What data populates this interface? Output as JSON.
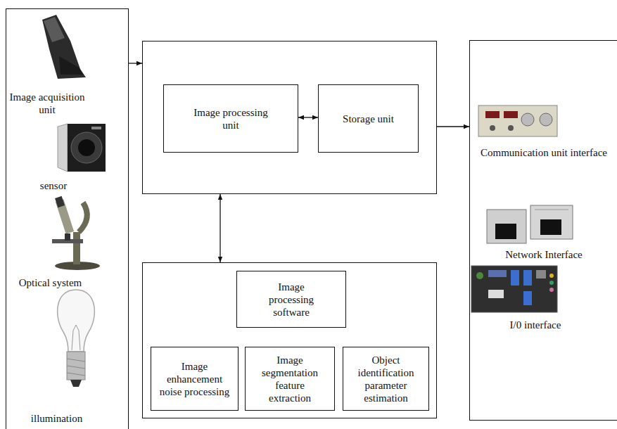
{
  "diagram": {
    "nodes": [
      {
        "text": [
          "Image acquisition unit",
          "sensor",
          "Optical system",
          "illumination"
        ]
      },
      {
        "text": []
      },
      {
        "text": [
          "Image processing unit"
        ],
        "in": 1
      },
      {
        "text": [
          "Storage unit"
        ],
        "in": 1
      },
      {
        "text": []
      },
      {
        "text": [
          "Image processing software"
        ],
        "in": 4
      },
      {
        "text": [
          "Image enhancement noise processing"
        ],
        "in": 4
      },
      {
        "text": [
          "Image segmentation feature extraction"
        ],
        "in": 4
      },
      {
        "text": [
          "Object identification parameter estimation"
        ],
        "in": 4
      },
      {
        "text": [
          "Communication unit interface",
          "Network Interface",
          "I/0 interface"
        ]
      }
    ],
    "edges": [
      {
        "from": 0,
        "to": 1,
        "arrow": "to"
      },
      {
        "from": 2,
        "to": 3,
        "arrow": "both"
      },
      {
        "from": 1,
        "to": 4,
        "arrow": "both"
      },
      {
        "from": 1,
        "to": 9,
        "arrow": "to"
      }
    ]
  }
}
